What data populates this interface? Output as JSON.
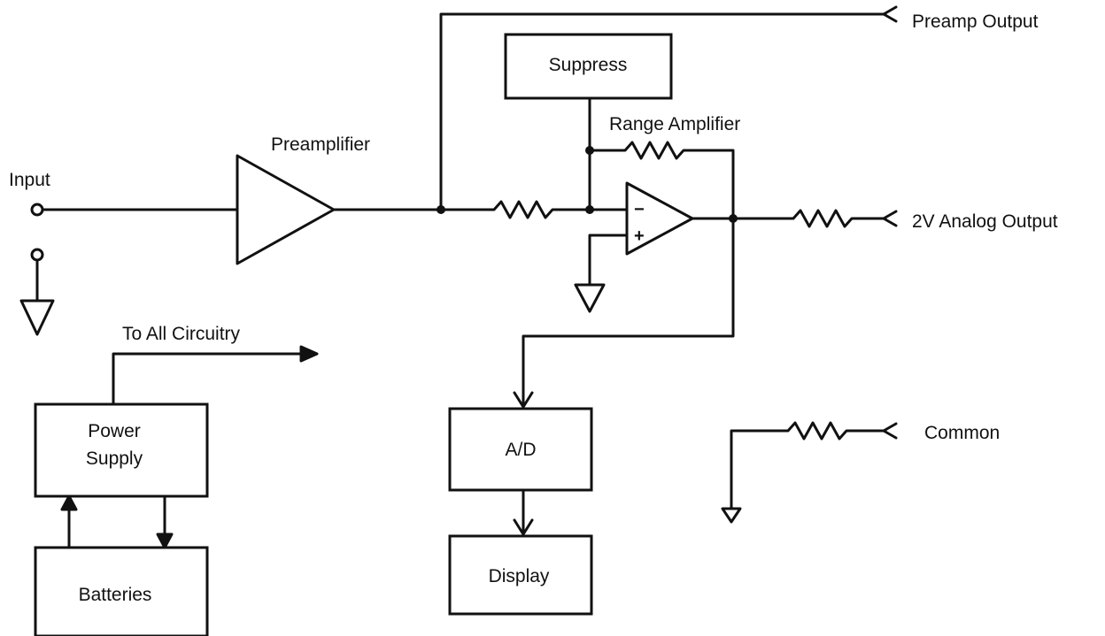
{
  "labels": {
    "input": "Input",
    "preamplifier": "Preamplifier",
    "suppress": "Suppress",
    "range_amplifier": "Range Amplifier",
    "preamp_output": "Preamp Output",
    "analog_output": "2V Analog Output",
    "to_all_circuitry": "To All Circuitry",
    "power_supply_line1": "Power",
    "power_supply_line2": "Supply",
    "batteries": "Batteries",
    "ad": "A/D",
    "display": "Display",
    "common": "Common",
    "opamp_minus": "−",
    "opamp_plus": "+"
  }
}
